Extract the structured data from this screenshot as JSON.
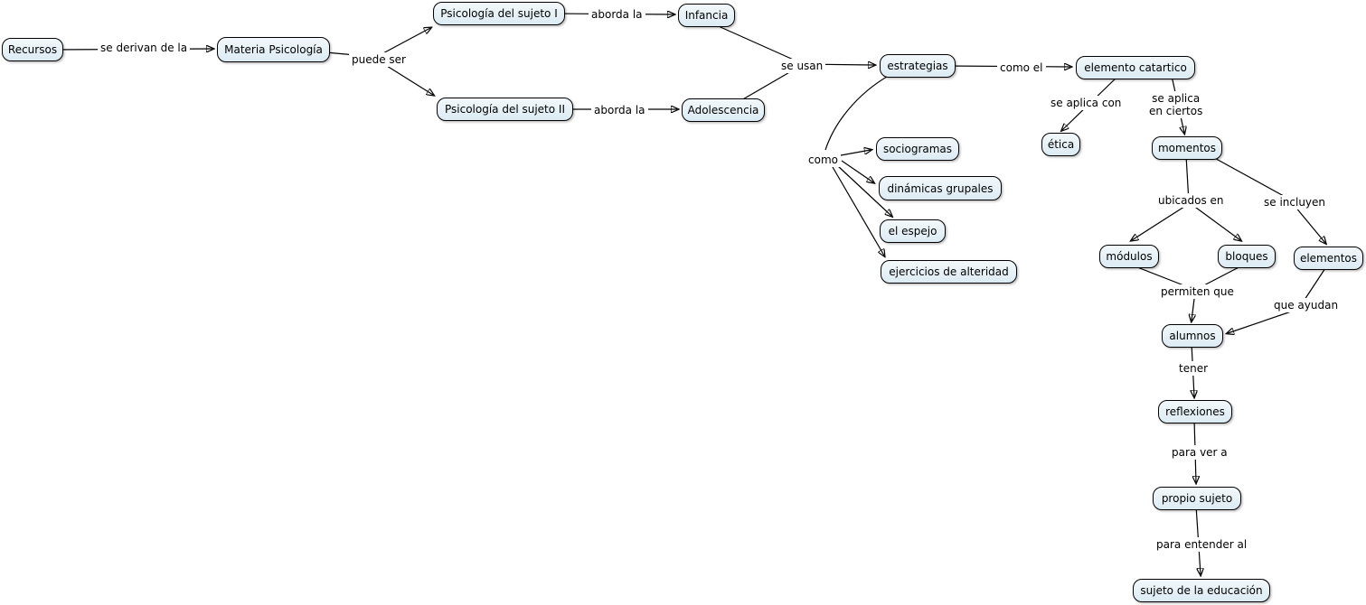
{
  "diagram": {
    "type": "concept-map",
    "colors": {
      "background": "#ffffff",
      "node_fill": "#f2f8fb",
      "node_fill_bottom": "#dcebf3",
      "node_border": "#000000",
      "edge": "#000000"
    },
    "nodes": {
      "recursos": {
        "label": "Recursos"
      },
      "materia_psicologia": {
        "label": "Materia Psicología"
      },
      "psicologia_sujeto_1": {
        "label": "Psicología del sujeto I"
      },
      "infancia": {
        "label": "Infancia"
      },
      "psicologia_sujeto_2": {
        "label": "Psicología del sujeto II"
      },
      "adolescencia": {
        "label": "Adolescencia"
      },
      "estrategias": {
        "label": "estrategias"
      },
      "elemento_catartico": {
        "label": "elemento catartico"
      },
      "etica": {
        "label": "ética"
      },
      "momentos": {
        "label": "momentos"
      },
      "sociogramas": {
        "label": "sociogramas"
      },
      "dinamicas_grupales": {
        "label": "dinámicas grupales"
      },
      "el_espejo": {
        "label": "el espejo"
      },
      "ejercicios_alteridad": {
        "label": "ejercicios de alteridad"
      },
      "modulos": {
        "label": "módulos"
      },
      "bloques": {
        "label": "bloques"
      },
      "elementos": {
        "label": "elementos"
      },
      "alumnos": {
        "label": "alumnos"
      },
      "reflexiones": {
        "label": "reflexiones"
      },
      "propio_sujeto": {
        "label": "propio sujeto"
      },
      "sujeto_educacion": {
        "label": "sujeto de la educación"
      }
    },
    "link_labels": {
      "se_derivan": {
        "label": "se derivan de la"
      },
      "puede_ser": {
        "label": "puede ser"
      },
      "aborda_la_1": {
        "label": "aborda la"
      },
      "aborda_la_2": {
        "label": "aborda la"
      },
      "se_usan": {
        "label": "se usan"
      },
      "como_el": {
        "label": "como el"
      },
      "se_aplica_con": {
        "label": "se aplica con"
      },
      "se_aplica_ciertos": {
        "label": "se aplica\nen ciertos"
      },
      "como": {
        "label": "como"
      },
      "ubicados_en": {
        "label": "ubicados en"
      },
      "se_incluyen": {
        "label": "se incluyen"
      },
      "permiten_que": {
        "label": "permiten que"
      },
      "que_ayudan": {
        "label": "que ayudan"
      },
      "tener": {
        "label": "tener"
      },
      "para_ver_a": {
        "label": "para ver a"
      },
      "para_entender_al": {
        "label": "para entender al"
      }
    },
    "relations": [
      {
        "from": "Recursos",
        "linking": "se derivan de la",
        "to": "Materia Psicología"
      },
      {
        "from": "Materia Psicología",
        "linking": "puede ser",
        "to": "Psicología del sujeto I"
      },
      {
        "from": "Materia Psicología",
        "linking": "puede ser",
        "to": "Psicología del sujeto II"
      },
      {
        "from": "Psicología del sujeto I",
        "linking": "aborda la",
        "to": "Infancia"
      },
      {
        "from": "Psicología del sujeto II",
        "linking": "aborda la",
        "to": "Adolescencia"
      },
      {
        "from": "Infancia",
        "linking": "se usan",
        "to": "estrategias"
      },
      {
        "from": "Adolescencia",
        "linking": "se usan",
        "to": "estrategias"
      },
      {
        "from": "estrategias",
        "linking": "como el",
        "to": "elemento catartico"
      },
      {
        "from": "elemento catartico",
        "linking": "se aplica con",
        "to": "ética"
      },
      {
        "from": "elemento catartico",
        "linking": "se aplica en ciertos",
        "to": "momentos"
      },
      {
        "from": "estrategias",
        "linking": "como",
        "to": "sociogramas"
      },
      {
        "from": "estrategias",
        "linking": "como",
        "to": "dinámicas grupales"
      },
      {
        "from": "estrategias",
        "linking": "como",
        "to": "el espejo"
      },
      {
        "from": "estrategias",
        "linking": "como",
        "to": "ejercicios de alteridad"
      },
      {
        "from": "momentos",
        "linking": "ubicados en",
        "to": "módulos"
      },
      {
        "from": "momentos",
        "linking": "ubicados en",
        "to": "bloques"
      },
      {
        "from": "momentos",
        "linking": "se incluyen",
        "to": "elementos"
      },
      {
        "from": "módulos",
        "linking": "permiten que",
        "to": "alumnos"
      },
      {
        "from": "bloques",
        "linking": "permiten que",
        "to": "alumnos"
      },
      {
        "from": "elementos",
        "linking": "que ayudan",
        "to": "alumnos"
      },
      {
        "from": "alumnos",
        "linking": "tener",
        "to": "reflexiones"
      },
      {
        "from": "reflexiones",
        "linking": "para ver a",
        "to": "propio sujeto"
      },
      {
        "from": "propio sujeto",
        "linking": "para entender al",
        "to": "sujeto de la educación"
      }
    ]
  }
}
